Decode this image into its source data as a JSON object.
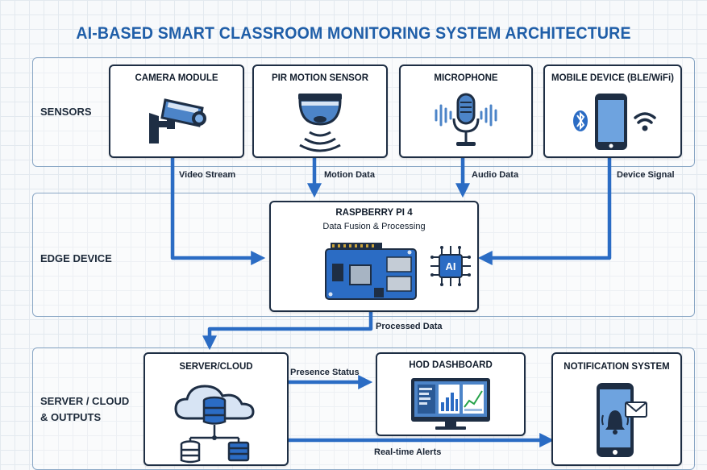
{
  "title": "AI-BASED SMART CLASSROOM MONITORING SYSTEM ARCHITECTURE",
  "layers": {
    "sensors": "SENSORS",
    "edge": "EDGE DEVICE",
    "server_line1": "SERVER / CLOUD",
    "server_line2": "& OUTPUTS"
  },
  "sensors": [
    {
      "label": "CAMERA MODULE",
      "icon": "cctv-camera-icon",
      "output": "Video Stream"
    },
    {
      "label": "PIR MOTION SENSOR",
      "icon": "motion-sensor-icon",
      "output": "Motion Data"
    },
    {
      "label": "MICROPHONE",
      "icon": "microphone-icon",
      "output": "Audio Data"
    },
    {
      "label": "MOBILE DEVICE (BLE/WiFi)",
      "icon": "smartphone-bluetooth-wifi-icon",
      "output": "Device Signal"
    }
  ],
  "edge_device": {
    "title": "RASPBERRY PI 4",
    "subtitle": "Data Fusion & Processing",
    "icons": [
      "raspberry-pi-board-icon",
      "ai-chip-icon"
    ],
    "output": "Processed Data"
  },
  "outputs": {
    "server": {
      "title": "SERVER/CLOUD",
      "icon": "cloud-database-icon"
    },
    "dashboard": {
      "title": "HOD DASHBOARD",
      "icon": "monitor-dashboard-icon"
    },
    "notification": {
      "title": "NOTIFICATION SYSTEM",
      "icon": "phone-bell-icon"
    },
    "presence_label": "Presence Status",
    "alerts_label": "Real-time Alerts"
  },
  "colors": {
    "title": "#1f5ea8",
    "arrow": "#2b6cc4",
    "card_border": "#1e2e44",
    "layer_border": "#8aa7c5"
  }
}
